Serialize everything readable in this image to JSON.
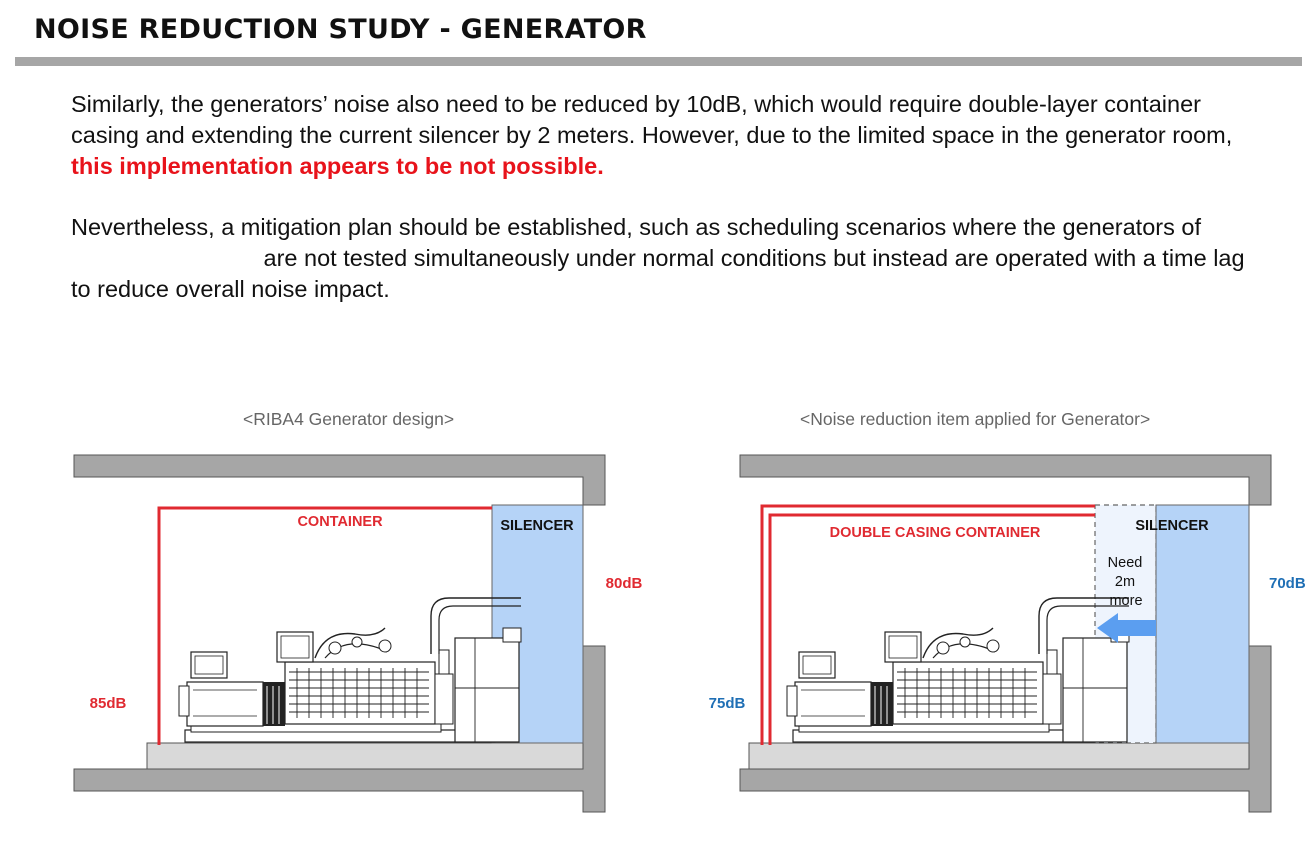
{
  "slide": {
    "title": "NOISE REDUCTION STUDY - GENERATOR",
    "paragraph1": {
      "text": "Similarly, the generators’ noise also need to be reduced by 10dB, which would require double-layer container casing and extending the current silencer by 2 meters. However, due to the limited space in the generator room,",
      "highlight": "this implementation appears to be not possible."
    },
    "paragraph2": {
      "before": "Nevertheless, a mitigation plan should be established, such as scheduling scenarios where the generators of",
      "after": "are not tested simultaneously under normal conditions but instead are operated with a time lag to reduce overall noise impact."
    },
    "colors": {
      "highlight": "#e8131b",
      "container": "#e02a31",
      "silencer": "#b5d3f7",
      "blue_label": "#1f6fb5",
      "rule": "#a6a6a6"
    }
  },
  "diagram_left": {
    "caption": "<RIBA4 Generator design>",
    "container_label": "CONTAINER",
    "silencer_label": "SILENCER",
    "level_outside": "80dB",
    "level_inside": "85dB"
  },
  "diagram_right": {
    "caption": "<Noise reduction item applied for Generator>",
    "container_label": "DOUBLE CASING CONTAINER",
    "silencer_label": "SILENCER",
    "extension_label": [
      "Need",
      "2m",
      "more"
    ],
    "level_outside": "70dB",
    "level_inside": "75dB"
  }
}
